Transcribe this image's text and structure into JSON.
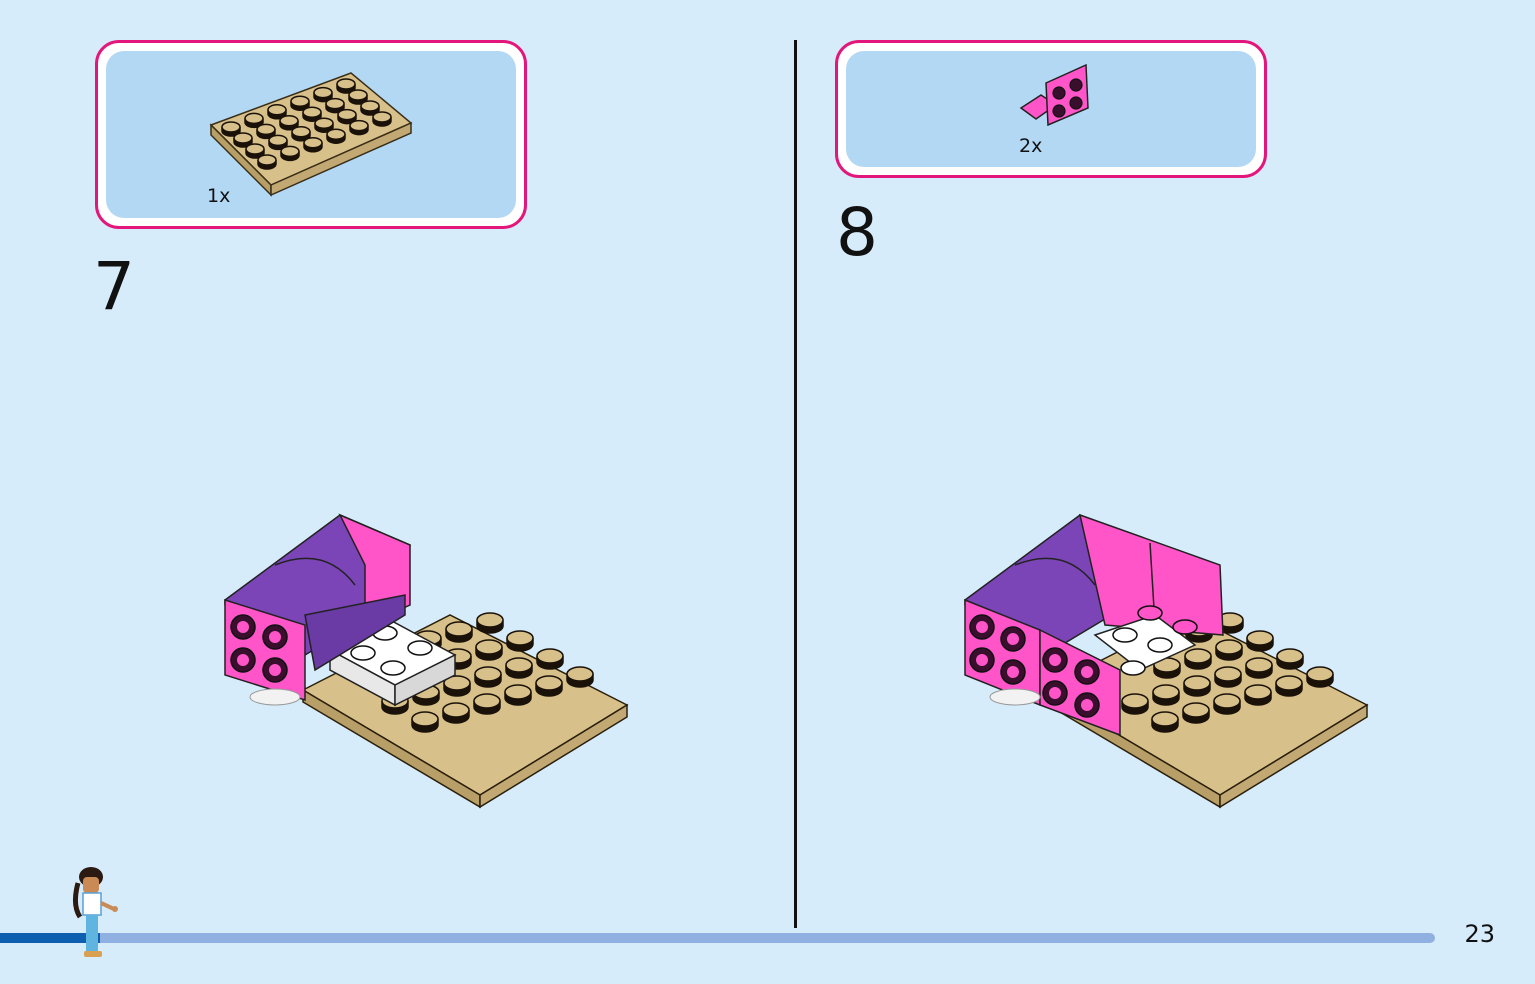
{
  "page": {
    "page_number": "23",
    "progress": 0.07
  },
  "steps": [
    {
      "number": "7",
      "parts": [
        {
          "name": "tan-plate-4x6-icon",
          "quantity": "1x"
        }
      ]
    },
    {
      "number": "8",
      "parts": [
        {
          "name": "pink-bracket-icon",
          "quantity": "2x"
        }
      ]
    }
  ],
  "colors": {
    "background": "#d7ecfb",
    "parts_border": "#e3177b",
    "parts_fill": "#b3d8f4",
    "tan": "#d8c08a",
    "pink": "#ff55c8",
    "purple": "#7b45b8",
    "progress_track": "#8fb0e0",
    "progress_fill": "#0f5fb0"
  },
  "icons": [
    "tan-plate-icon",
    "pink-bracket-icon",
    "sofa-model-step7-icon",
    "sofa-model-step8-icon",
    "minifigure-icon"
  ]
}
